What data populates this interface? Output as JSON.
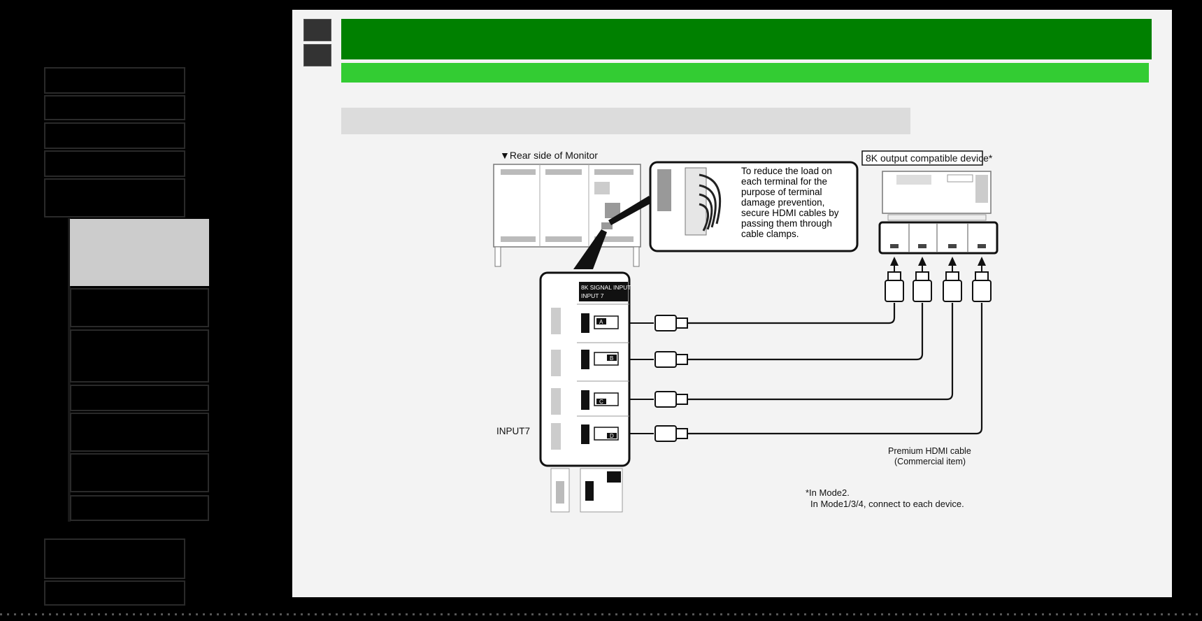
{
  "diagram": {
    "rear_title": "▼Rear side of Monitor",
    "device_title": "8K output compatible device*",
    "callout": {
      "lines": [
        "To reduce the load on",
        "each terminal for the",
        "purpose of terminal",
        "damage prevention,",
        "secure HDMI cables by",
        "passing them through",
        "cable clamps."
      ]
    },
    "signal_panel": {
      "title": "8K SIGNAL INPUT",
      "input_label": "INPUT 7",
      "ports": [
        "A",
        "B",
        "C",
        "D"
      ]
    },
    "input7_label": "INPUT7",
    "cable_label_1": "Premium HDMI cable",
    "cable_label_2": "(Commercial item)",
    "footnote_1": "*In Mode2.",
    "footnote_2": "In Mode1/3/4, connect to each device."
  },
  "colors": {
    "header_green": "#008000",
    "subbar_green": "#33cc33",
    "active_nav": "#cccccc"
  }
}
